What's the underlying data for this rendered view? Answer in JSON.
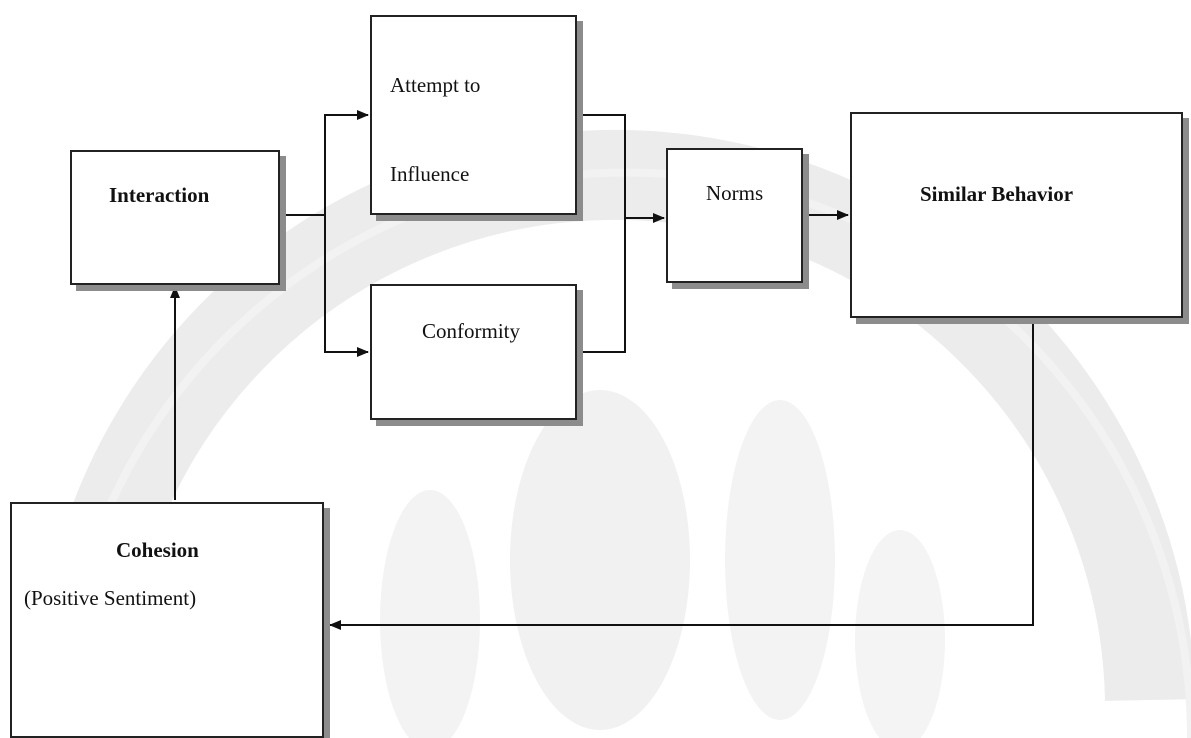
{
  "nodes": {
    "interaction": {
      "label": "Interaction"
    },
    "attempt": {
      "line1": "Attempt to",
      "line2": "Influence"
    },
    "conformity": {
      "label": "Conformity"
    },
    "norms": {
      "label": "Norms"
    },
    "similar": {
      "label": "Similar Behavior"
    },
    "cohesion": {
      "title": "Cohesion",
      "subtitle": "(Positive Sentiment)"
    }
  },
  "colors": {
    "line": "#111111",
    "shadow": "#8c8c8c",
    "watermark": "#e6e6e6"
  }
}
